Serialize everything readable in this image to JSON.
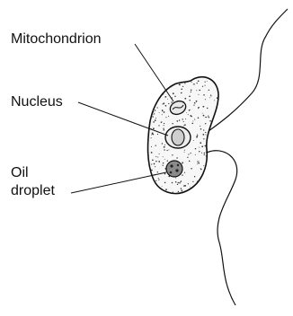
{
  "labels": {
    "mitochondrion": "Mitochondrion",
    "nucleus": "Nucleus",
    "oil_line1": "Oil",
    "oil_line2": "droplet"
  },
  "colors": {
    "stroke": "#111111",
    "background": "#ffffff"
  }
}
